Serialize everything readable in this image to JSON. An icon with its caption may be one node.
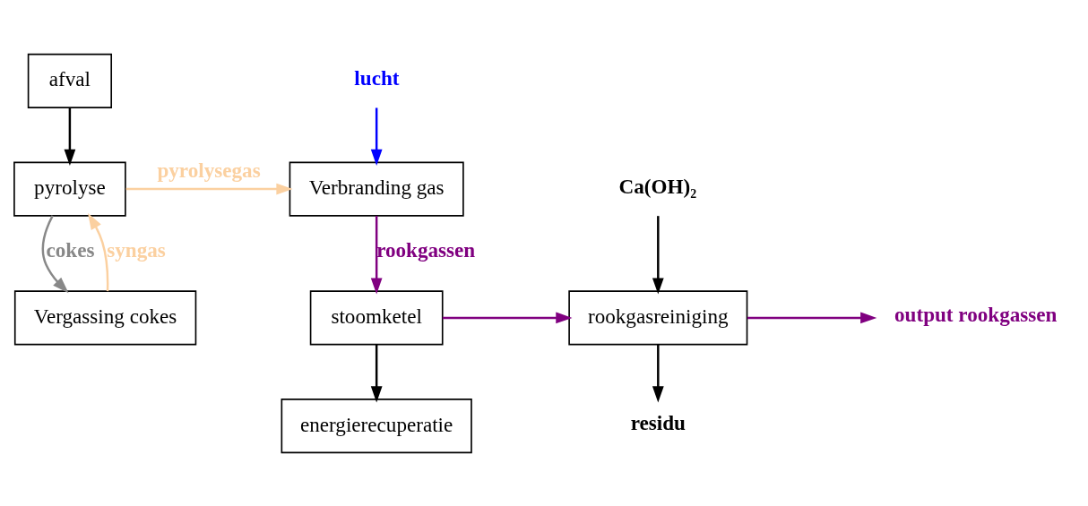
{
  "diagram": {
    "nodes": [
      {
        "text": [
          "afval"
        ]
      },
      {
        "text": [
          "pyrolyse"
        ]
      },
      {
        "text": [
          "Vergassing cokes"
        ]
      },
      {
        "text": [
          "Verbranding gas"
        ]
      },
      {
        "text": [
          "stoomketel"
        ]
      },
      {
        "text": [
          "energierecuperatie"
        ]
      },
      {
        "text": [
          "rookgasreiniging"
        ]
      },
      {
        "text": [
          "lucht"
        ]
      },
      {
        "text": [
          "Ca(OH)₂"
        ]
      },
      {
        "text": [
          "output rookgassen"
        ]
      },
      {
        "text": [
          "residu"
        ]
      }
    ],
    "edges": [
      {
        "from": 0,
        "to": 1,
        "arrow": "to"
      },
      {
        "from": 1,
        "to": 3,
        "arrow": "to",
        "label": "pyrolysegas",
        "color": "#fbd0a0"
      },
      {
        "from": 1,
        "to": 2,
        "arrow": "to",
        "label": "cokes",
        "color": "#888888"
      },
      {
        "from": 2,
        "to": 1,
        "arrow": "to",
        "label": "syngas",
        "color": "#fbd0a0"
      },
      {
        "from": 7,
        "to": 3,
        "arrow": "to",
        "color": "#0000ff"
      },
      {
        "from": 3,
        "to": 4,
        "arrow": "to",
        "label": "rookgassen",
        "color": "#800080"
      },
      {
        "from": 4,
        "to": 6,
        "arrow": "to",
        "color": "#800080"
      },
      {
        "from": 8,
        "to": 6,
        "arrow": "to"
      },
      {
        "from": 6,
        "to": 9,
        "arrow": "to",
        "color": "#800080"
      },
      {
        "from": 6,
        "to": 10,
        "arrow": "to"
      },
      {
        "from": 4,
        "to": 5,
        "arrow": "to"
      }
    ]
  }
}
